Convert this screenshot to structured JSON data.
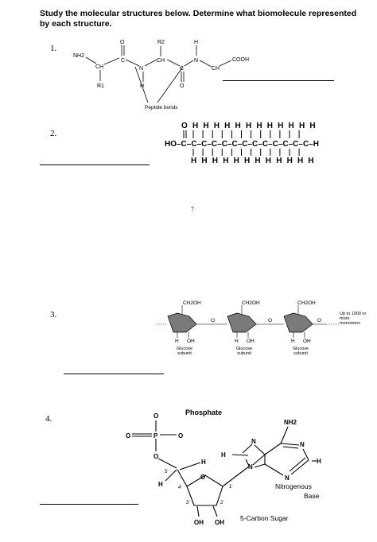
{
  "instructions": "Study the molecular structures below. Determine what biomolecule represented by each structure.",
  "page_mark": "7",
  "questions": [
    {
      "number": "1.",
      "labels": {
        "nh2": "NH2",
        "ch_left": "CH",
        "r1": "R1",
        "c1": "C",
        "o1": "O",
        "n1": "N",
        "h1": "H",
        "ch_mid": "CH",
        "r2": "R2",
        "c2": "C",
        "o2": "O",
        "h2": "H",
        "n2": "N",
        "ch_right": "CH",
        "cooh": "COOH",
        "caption": "Peptide bonds"
      }
    },
    {
      "number": "2.",
      "labels": {
        "top_row": "O H H H H H H H H H H H H",
        "main_chain": "HO–C–C–C–C–C–C–C–C–C–C–C–C–C–H",
        "bottom_row": "H H H H H H H H H H H H"
      }
    },
    {
      "number": "3.",
      "labels": {
        "ch2oh": "CH2OH",
        "subunit": "Glucose subunit",
        "note": "Up to 1000 or more monomers",
        "oh": "OH",
        "h": "H",
        "o": "O"
      }
    },
    {
      "number": "4.",
      "labels": {
        "phosphate": "Phosphate",
        "o_minus": "O",
        "p": "P",
        "o": "O",
        "nh2": "NH2",
        "n": "N",
        "h": "H",
        "nitrogenous": "Nitrogenous",
        "base": "Base",
        "sugar": "5-Carbon Sugar",
        "oh": "OH",
        "c5": "5'",
        "c4": "4'",
        "c3": "3'",
        "c2": "2'",
        "c1": "1'"
      }
    }
  ]
}
